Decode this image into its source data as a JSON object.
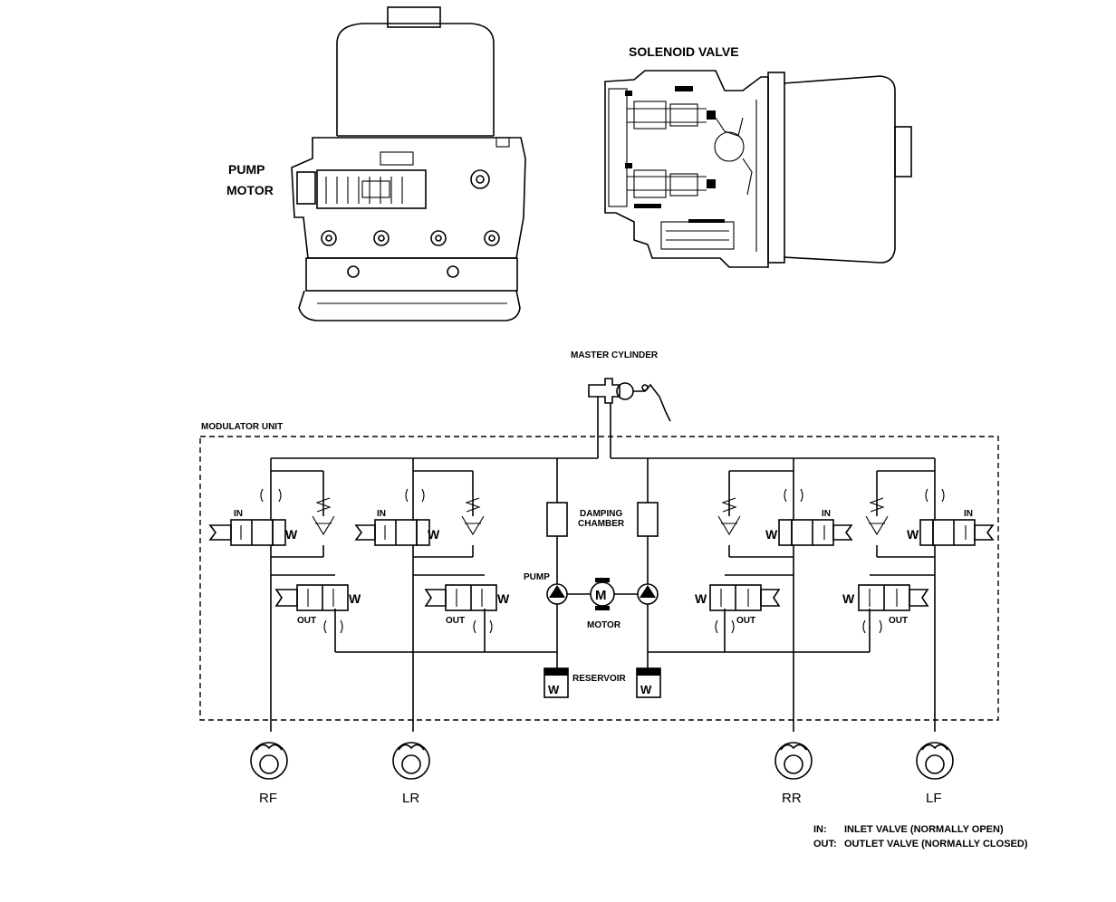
{
  "illustrations": {
    "pump_motor_label_1": "PUMP",
    "pump_motor_label_2": "MOTOR",
    "solenoid_valve_label": "SOLENOID VALVE"
  },
  "schematic": {
    "master_cylinder_label": "MASTER CYLINDER",
    "modulator_unit_label": "MODULATOR UNIT",
    "damping_chamber_label_1": "DAMPING",
    "damping_chamber_label_2": "CHAMBER",
    "pump_label": "PUMP",
    "motor_label": "MOTOR",
    "motor_symbol": "M",
    "reservoir_label": "RESERVOIR",
    "valve_in_label": "IN",
    "valve_out_label": "OUT",
    "spring_symbol": "W"
  },
  "wheels": [
    "RF",
    "LR",
    "RR",
    "LF"
  ],
  "legend": {
    "in_key": "IN:",
    "in_text": "INLET VALVE (NORMALLY OPEN)",
    "out_key": "OUT:",
    "out_text": "OUTLET VALVE (NORMALLY CLOSED)"
  }
}
